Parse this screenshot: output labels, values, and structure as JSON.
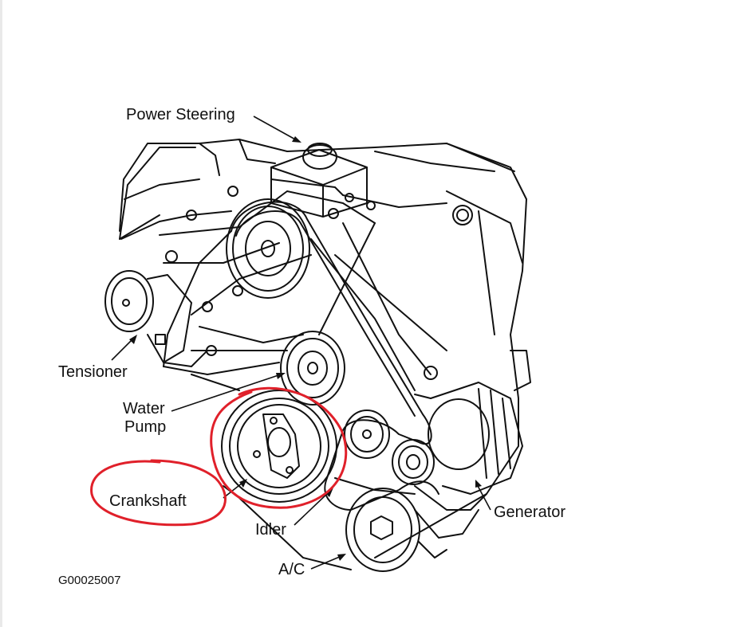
{
  "labels": {
    "power_steering": "Power Steering",
    "tensioner": "Tensioner",
    "water_pump_line1": "Water",
    "water_pump_line2": "Pump",
    "crankshaft": "Crankshaft",
    "idler": "Idler",
    "ac": "A/C",
    "generator": "Generator"
  },
  "figure_code": "G00025007",
  "colors": {
    "line": "#111111",
    "annotation": "#e0202a",
    "background": "#ffffff"
  }
}
